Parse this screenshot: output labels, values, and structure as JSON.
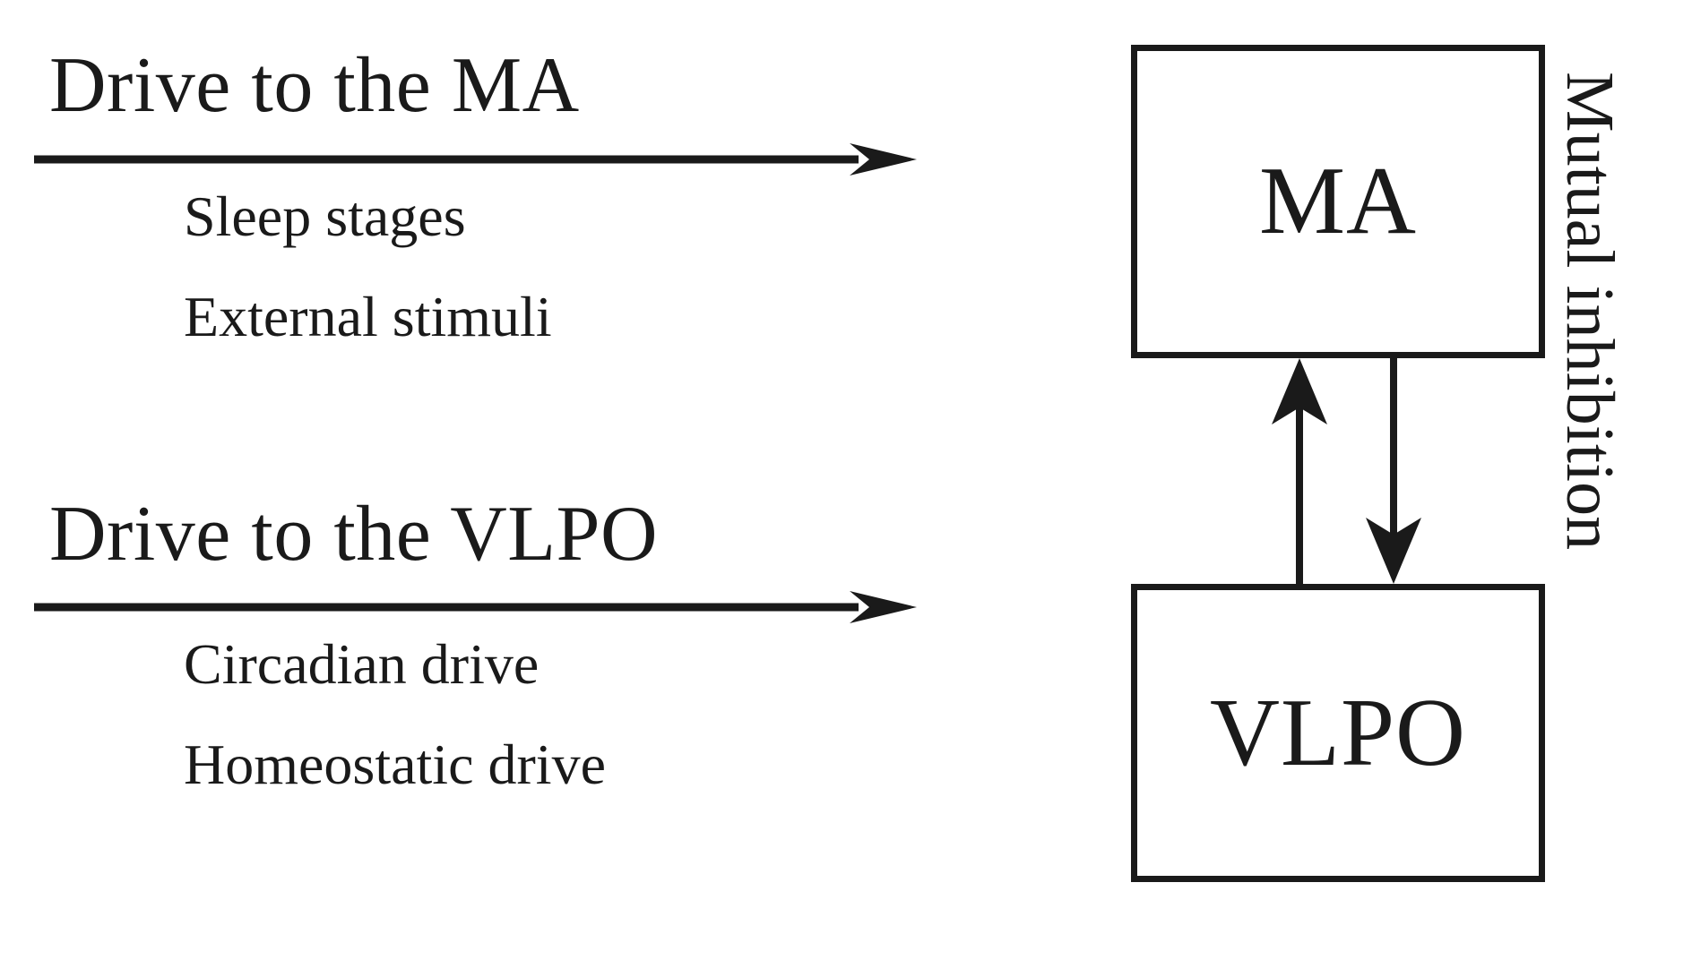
{
  "figure": {
    "type": "schematic-diagram",
    "background_color": "#ffffff",
    "stroke_color": "#1a1a1a"
  },
  "inputs": [
    {
      "title": "Drive to the MA",
      "items": [
        "Sleep stages",
        "External stimuli"
      ],
      "arrow_name": "drive-to-ma-arrow",
      "target": "MA"
    },
    {
      "title": "Drive to the VLPO",
      "items": [
        "Circadian drive",
        "Homeostatic drive"
      ],
      "arrow_name": "drive-to-vlpo-arrow",
      "target": "VLPO"
    }
  ],
  "nodes": [
    {
      "id": "ma",
      "label": "MA"
    },
    {
      "id": "vlpo",
      "label": "VLPO"
    }
  ],
  "connections": [
    {
      "id": "vlpo-to-ma",
      "direction": "up",
      "from": "VLPO",
      "to": "MA"
    },
    {
      "id": "ma-to-vlpo",
      "direction": "down",
      "from": "MA",
      "to": "VLPO"
    }
  ],
  "side_caption": {
    "text": "Mutual inhibition",
    "orientation": "vertical-rotated-90"
  }
}
